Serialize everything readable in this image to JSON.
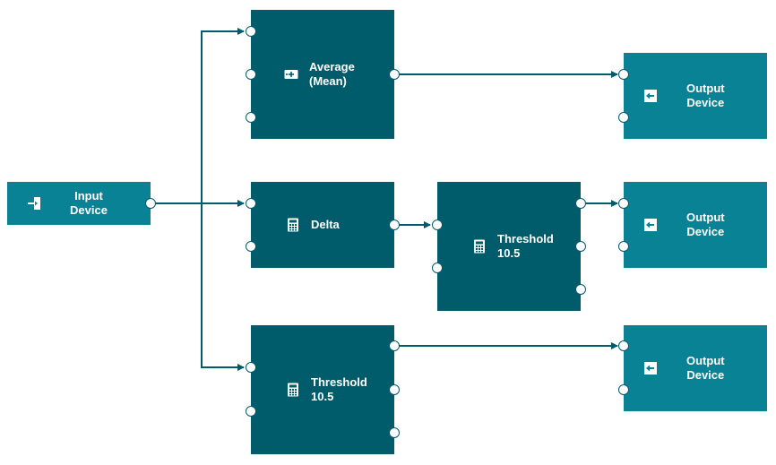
{
  "nodes": {
    "input": {
      "label": "Input\nDevice",
      "icon": "input-arrow-icon"
    },
    "average": {
      "label": "Average\n(Mean)",
      "icon": "average-icon"
    },
    "delta": {
      "label": "Delta",
      "icon": "calculator-icon"
    },
    "threshold_mid": {
      "label": "Threshold\n10.5",
      "icon": "calculator-icon"
    },
    "threshold_bottom": {
      "label": "Threshold\n10.5",
      "icon": "calculator-icon"
    },
    "output_top": {
      "label": "Output\nDevice",
      "icon": "output-arrow-icon"
    },
    "output_mid": {
      "label": "Output\nDevice",
      "icon": "output-arrow-icon"
    },
    "output_bottom": {
      "label": "Output\nDevice",
      "icon": "output-arrow-icon"
    }
  },
  "colors": {
    "dark": "#005b6b",
    "light": "#0a8295",
    "wire": "#005b6b"
  }
}
